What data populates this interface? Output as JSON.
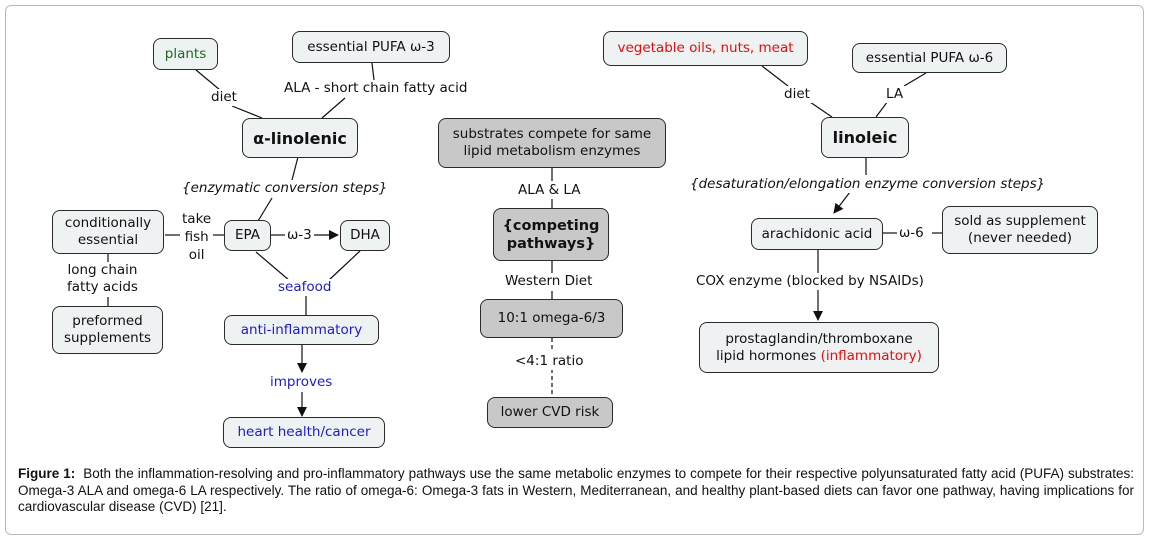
{
  "nodes": {
    "plants": "plants",
    "essential_pufa_w3": "essential PUFA ω-3",
    "alpha_linolenic": "α-linolenic",
    "conditionally_essential": [
      "conditionally",
      "essential"
    ],
    "epa": "EPA",
    "dha": "DHA",
    "preformed_supplements": [
      "preformed",
      "supplements"
    ],
    "anti_inflammatory": "anti-inflammatory",
    "heart_health": "heart health/cancer",
    "substrates_compete": [
      "substrates compete for same",
      "lipid metabolism enzymes"
    ],
    "competing_pathways": [
      "{competing",
      "pathways}"
    ],
    "omega_ratio": "10:1 omega-6/3",
    "lower_cvd": "lower CVD risk",
    "vegetable_oils": "vegetable oils, nuts, meat",
    "essential_pufa_w6": "essential PUFA ω-6",
    "linoleic": "linoleic",
    "arachidonic_acid": "arachidonic acid",
    "sold_as_supplement": [
      "sold as supplement",
      "(never needed)"
    ],
    "prostaglandin_line1": "prostaglandin/thromboxane",
    "prostaglandin_line2_pre": "lipid hormones ",
    "prostaglandin_line2_red": "(inflammatory)"
  },
  "links": {
    "diet_left": "diet",
    "ala_short_chain": "ALA - short chain fatty acid",
    "enzymatic_conversion": "{enzymatic conversion steps}",
    "take_fish_oil": [
      "take",
      "fish",
      "oil"
    ],
    "omega3": "ω-3",
    "long_chain": [
      "long chain",
      "fatty acids"
    ],
    "seafood": "seafood",
    "improves": "improves",
    "ala_la": "ALA & LA",
    "western_diet": "Western Diet",
    "ratio_4_1": "<4:1 ratio",
    "diet_right": "diet",
    "la": "LA",
    "desaturation": "{desaturation/elongation enzyme conversion steps}",
    "omega6": "ω-6",
    "cox_enzyme": "COX enzyme (blocked by NSAIDs)"
  },
  "caption": {
    "label": "Figure 1:",
    "text": "Both the inflammation-resolving and pro-inflammatory pathways use the same metabolic enzymes to compete for their respective polyunsaturated fatty acid (PUFA) substrates: Omega-3 ALA and omega-6 LA respectively. The ratio of omega-6: Omega-3 fats in Western, Mediterranean, and healthy plant-based diets can favor one pathway, having implications for cardiovascular disease (CVD) [21]."
  },
  "colors": {
    "node_fill": "#eef2f2",
    "gray_fill": "#c8c8c8",
    "green_text": "#1b6e1b",
    "red_text": "#e01010",
    "blue_text": "#1d1dc4"
  }
}
